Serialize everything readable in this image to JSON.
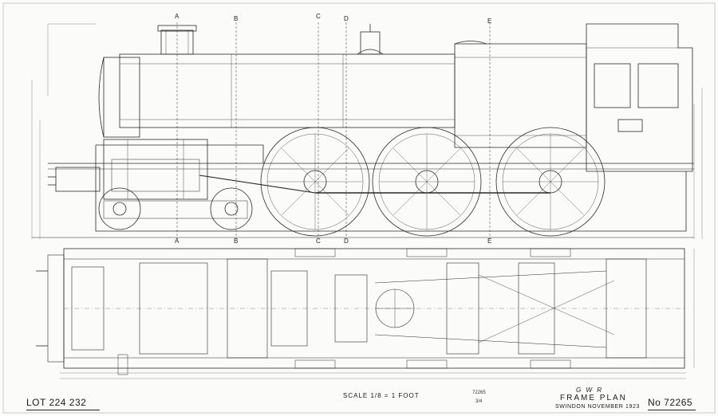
{
  "drawing": {
    "lot": "LOT 224 232",
    "scale": "SCALE 1/8 = 1 FOOT",
    "company": "G W R",
    "title": "FRAME PLAN",
    "place_date": "SWINDON NOVEMBER 1923",
    "number": "No 72265",
    "margin_number": "72265",
    "margin_sub": "3/4",
    "section_letters": [
      "A",
      "B",
      "C",
      "D",
      "E"
    ]
  },
  "colors": {
    "paper": "#fbfbf9",
    "ink": "#2a2a2a",
    "faint_ink": "#8a8a8a"
  }
}
